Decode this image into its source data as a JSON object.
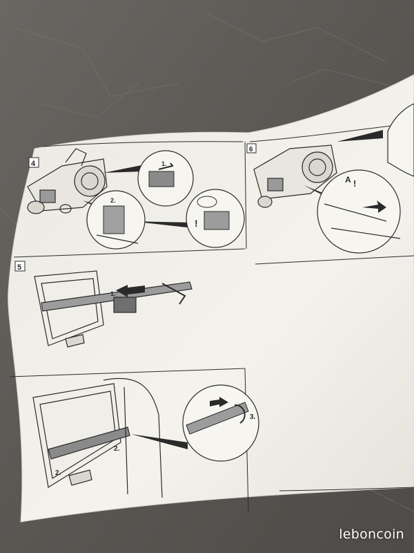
{
  "photo": {
    "subject": "",
    "watermark": "leboncoin"
  },
  "manual": {
    "step_4": "4",
    "step_5": "5",
    "step_6": "6",
    "callout_1": "1.",
    "callout_2": "2.",
    "callout_2b": "2.",
    "callout_2c": "2.",
    "callout_3": "3.",
    "callout_A": "A",
    "callout_5_1": "1."
  },
  "colors": {
    "concrete": "#5f5c58",
    "paper": "#f1efe8",
    "ink": "#2a2a2a",
    "gray_part": "#7d7d7d"
  }
}
